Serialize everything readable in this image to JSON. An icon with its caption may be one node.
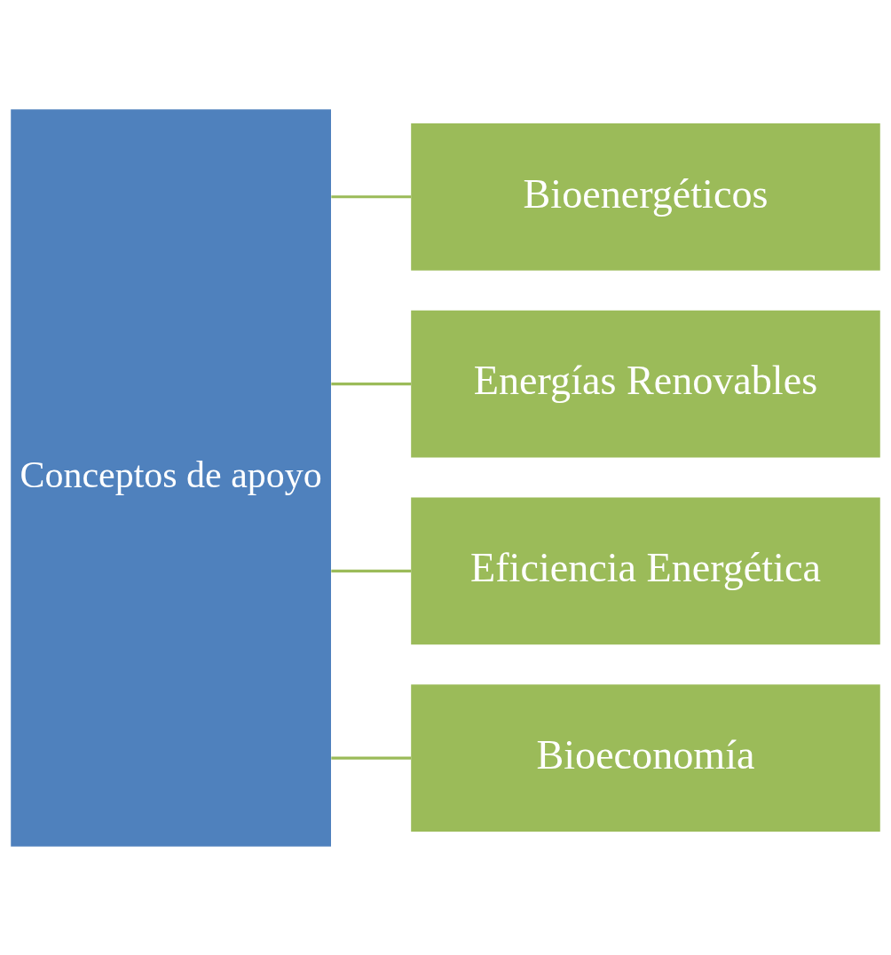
{
  "diagram": {
    "nodes": [
      {
        "text": [
          "Conceptos de apoyo"
        ]
      },
      {
        "text": [
          "Bioenergéticos"
        ]
      },
      {
        "text": [
          "Energías Renovables"
        ]
      },
      {
        "text": [
          "Eficiencia Energética"
        ]
      },
      {
        "text": [
          "Bioeconomía"
        ]
      }
    ],
    "edges": [
      {
        "from": 0,
        "to": 1,
        "arrow": "none"
      },
      {
        "from": 0,
        "to": 2,
        "arrow": "none"
      },
      {
        "from": 0,
        "to": 3,
        "arrow": "none"
      },
      {
        "from": 0,
        "to": 4,
        "arrow": "none"
      }
    ]
  }
}
